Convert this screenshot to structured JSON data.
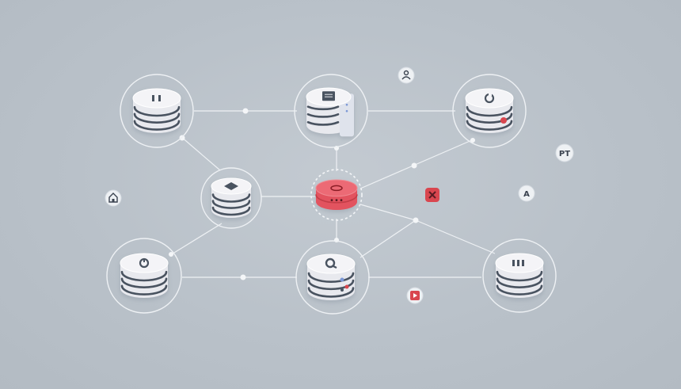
{
  "colors": {
    "background": "#b9c1c9",
    "line": "#eef1f4",
    "cylinder_body": "#e8e9ee",
    "cylinder_top": "#f4f4f7",
    "cylinder_stripe": "#4a5260",
    "hub_body": "#e2525e",
    "hub_top": "#ec6a74",
    "accent_red": "#d9464f",
    "accent_blue": "#7b98d6"
  },
  "nodes": [
    {
      "id": "top-left",
      "icon": "pause-icon"
    },
    {
      "id": "top-center",
      "icon": "document-icon"
    },
    {
      "id": "top-right",
      "icon": "sync-icon"
    },
    {
      "id": "middle-left",
      "icon": "diamond-icon"
    },
    {
      "id": "hub",
      "icon": "database-icon"
    },
    {
      "id": "bottom-left",
      "icon": "power-icon"
    },
    {
      "id": "bottom-center",
      "icon": "search-icon"
    },
    {
      "id": "bottom-right",
      "icon": "stack-icon"
    }
  ],
  "badges": [
    {
      "id": "user",
      "icon": "user-icon"
    },
    {
      "id": "pt",
      "icon": "pt-icon",
      "text": "PT"
    },
    {
      "id": "home",
      "icon": "home-icon"
    },
    {
      "id": "font",
      "icon": "font-icon",
      "text": "A"
    },
    {
      "id": "flag",
      "icon": "flag-icon"
    },
    {
      "id": "play",
      "icon": "play-icon"
    }
  ]
}
